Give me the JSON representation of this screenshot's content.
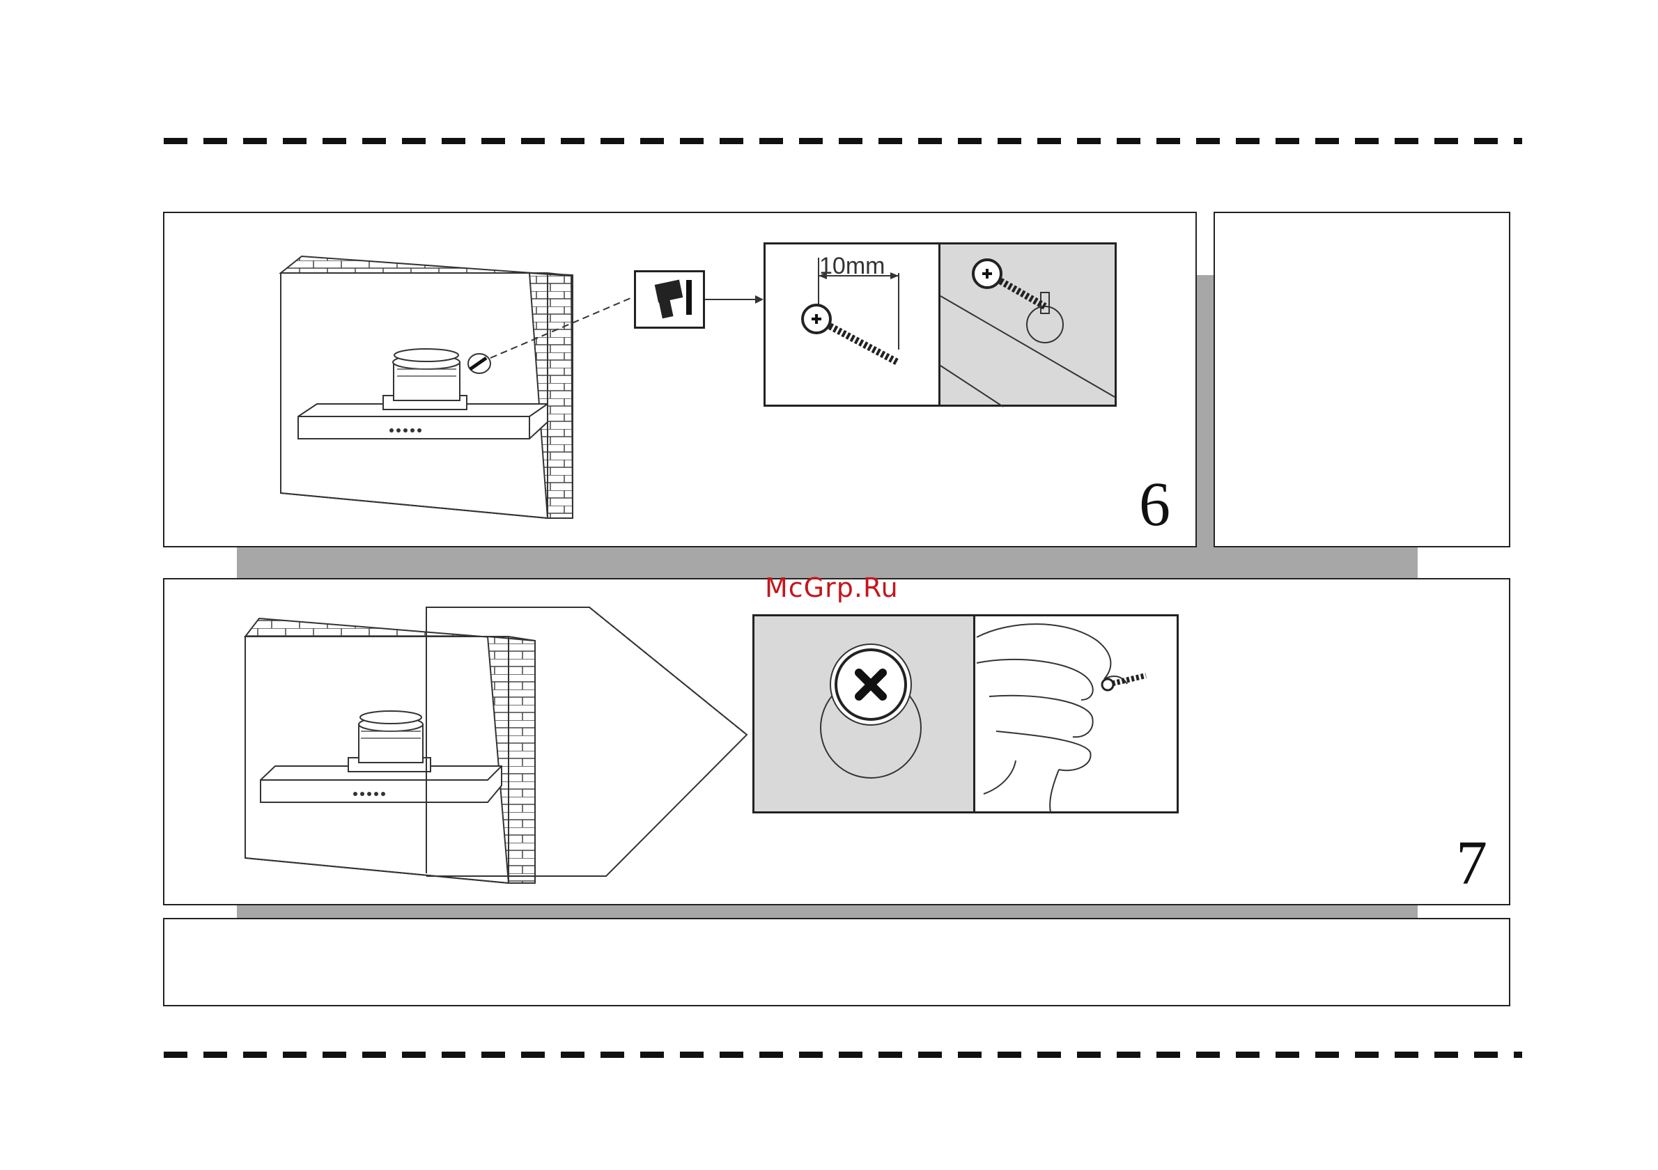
{
  "watermark": "McGrp.Ru",
  "steps": [
    {
      "number": "6",
      "dimension_label": "10mm"
    },
    {
      "number": "7"
    }
  ],
  "colors": {
    "shadow": "#a7a7a7",
    "detail_bg": "#d9d9d9",
    "watermark": "#c4161c"
  },
  "icons": [
    "drill-icon",
    "screw-icon",
    "keyhole-icon",
    "hand-icon",
    "range-hood-icon",
    "brick-wall-icon"
  ]
}
